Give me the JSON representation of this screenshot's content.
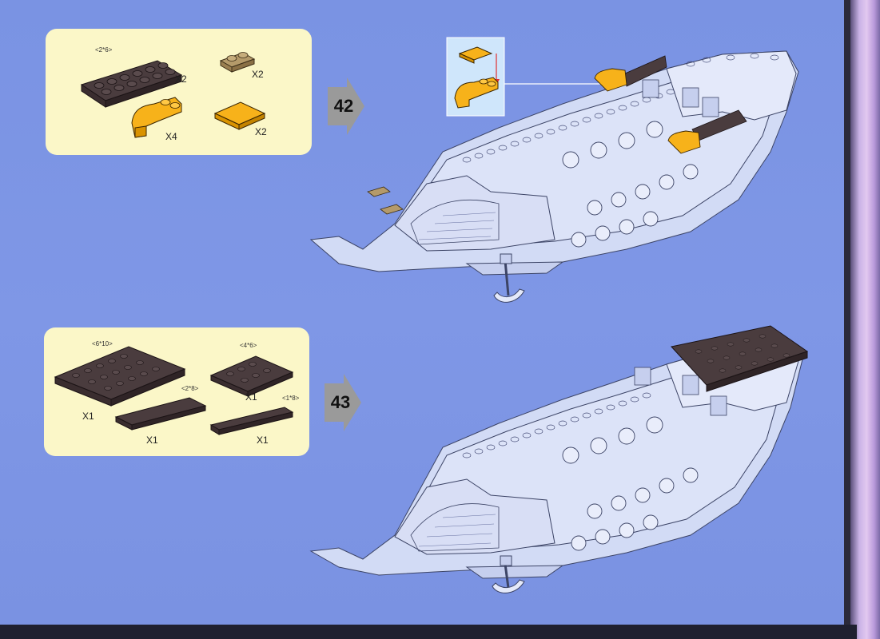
{
  "steps": [
    {
      "number": "42",
      "parts": [
        {
          "icon": "plate-2x6-dark-brown-icon",
          "size": "<2*6>",
          "qty": "X2"
        },
        {
          "icon": "plate-1x2-tan-icon",
          "size": "",
          "qty": "X2"
        },
        {
          "icon": "curved-slope-orange-icon",
          "size": "",
          "qty": "X4"
        },
        {
          "icon": "tile-2x2-orange-icon",
          "size": "",
          "qty": "X2"
        }
      ]
    },
    {
      "number": "43",
      "parts": [
        {
          "icon": "plate-6x10-dark-brown-icon",
          "size": "<6*10>",
          "qty": "X1"
        },
        {
          "icon": "plate-4x6-dark-brown-icon",
          "size": "<4*6>",
          "qty": "X1"
        },
        {
          "icon": "plate-2x8-dark-brown-icon",
          "size": "<2*8>",
          "qty": "X1"
        },
        {
          "icon": "plate-1x8-dark-brown-icon",
          "size": "<1*8>",
          "qty": "X1"
        }
      ]
    }
  ],
  "colors": {
    "page_bg": "#7f97e6",
    "panel_bg": "#fbf7c8",
    "brick_brown": "#4a3c3e",
    "brick_orange": "#f7b21a",
    "brick_tan": "#b49a6a",
    "ship_fill": "#d2dbf5",
    "step_arrow": "#9a9a9a"
  }
}
